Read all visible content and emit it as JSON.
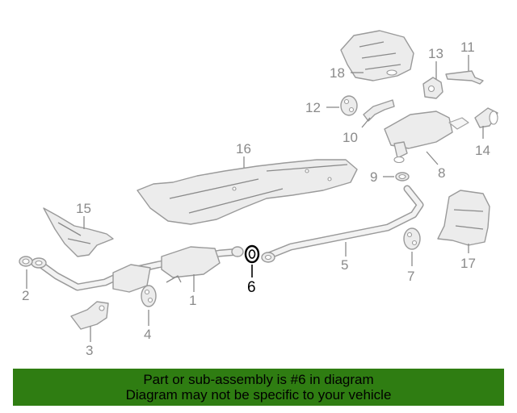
{
  "diagram": {
    "highlight_color": "#000000",
    "part_color": "#9a9a9a",
    "callouts": [
      {
        "id": "c1",
        "label": "1"
      },
      {
        "id": "c2",
        "label": "2"
      },
      {
        "id": "c3",
        "label": "3"
      },
      {
        "id": "c4",
        "label": "4"
      },
      {
        "id": "c5",
        "label": "5"
      },
      {
        "id": "c6",
        "label": "6",
        "highlighted": true
      },
      {
        "id": "c7",
        "label": "7"
      },
      {
        "id": "c8",
        "label": "8"
      },
      {
        "id": "c9",
        "label": "9"
      },
      {
        "id": "c10",
        "label": "10"
      },
      {
        "id": "c11",
        "label": "11"
      },
      {
        "id": "c12",
        "label": "12"
      },
      {
        "id": "c13",
        "label": "13"
      },
      {
        "id": "c14",
        "label": "14"
      },
      {
        "id": "c15",
        "label": "15"
      },
      {
        "id": "c16",
        "label": "16"
      },
      {
        "id": "c17",
        "label": "17"
      },
      {
        "id": "c18",
        "label": "18"
      }
    ]
  },
  "banner": {
    "background_color": "#2f7d12",
    "line1": "Part or sub-assembly is #6 in diagram",
    "line2": "Diagram may not be specific to your vehicle"
  }
}
